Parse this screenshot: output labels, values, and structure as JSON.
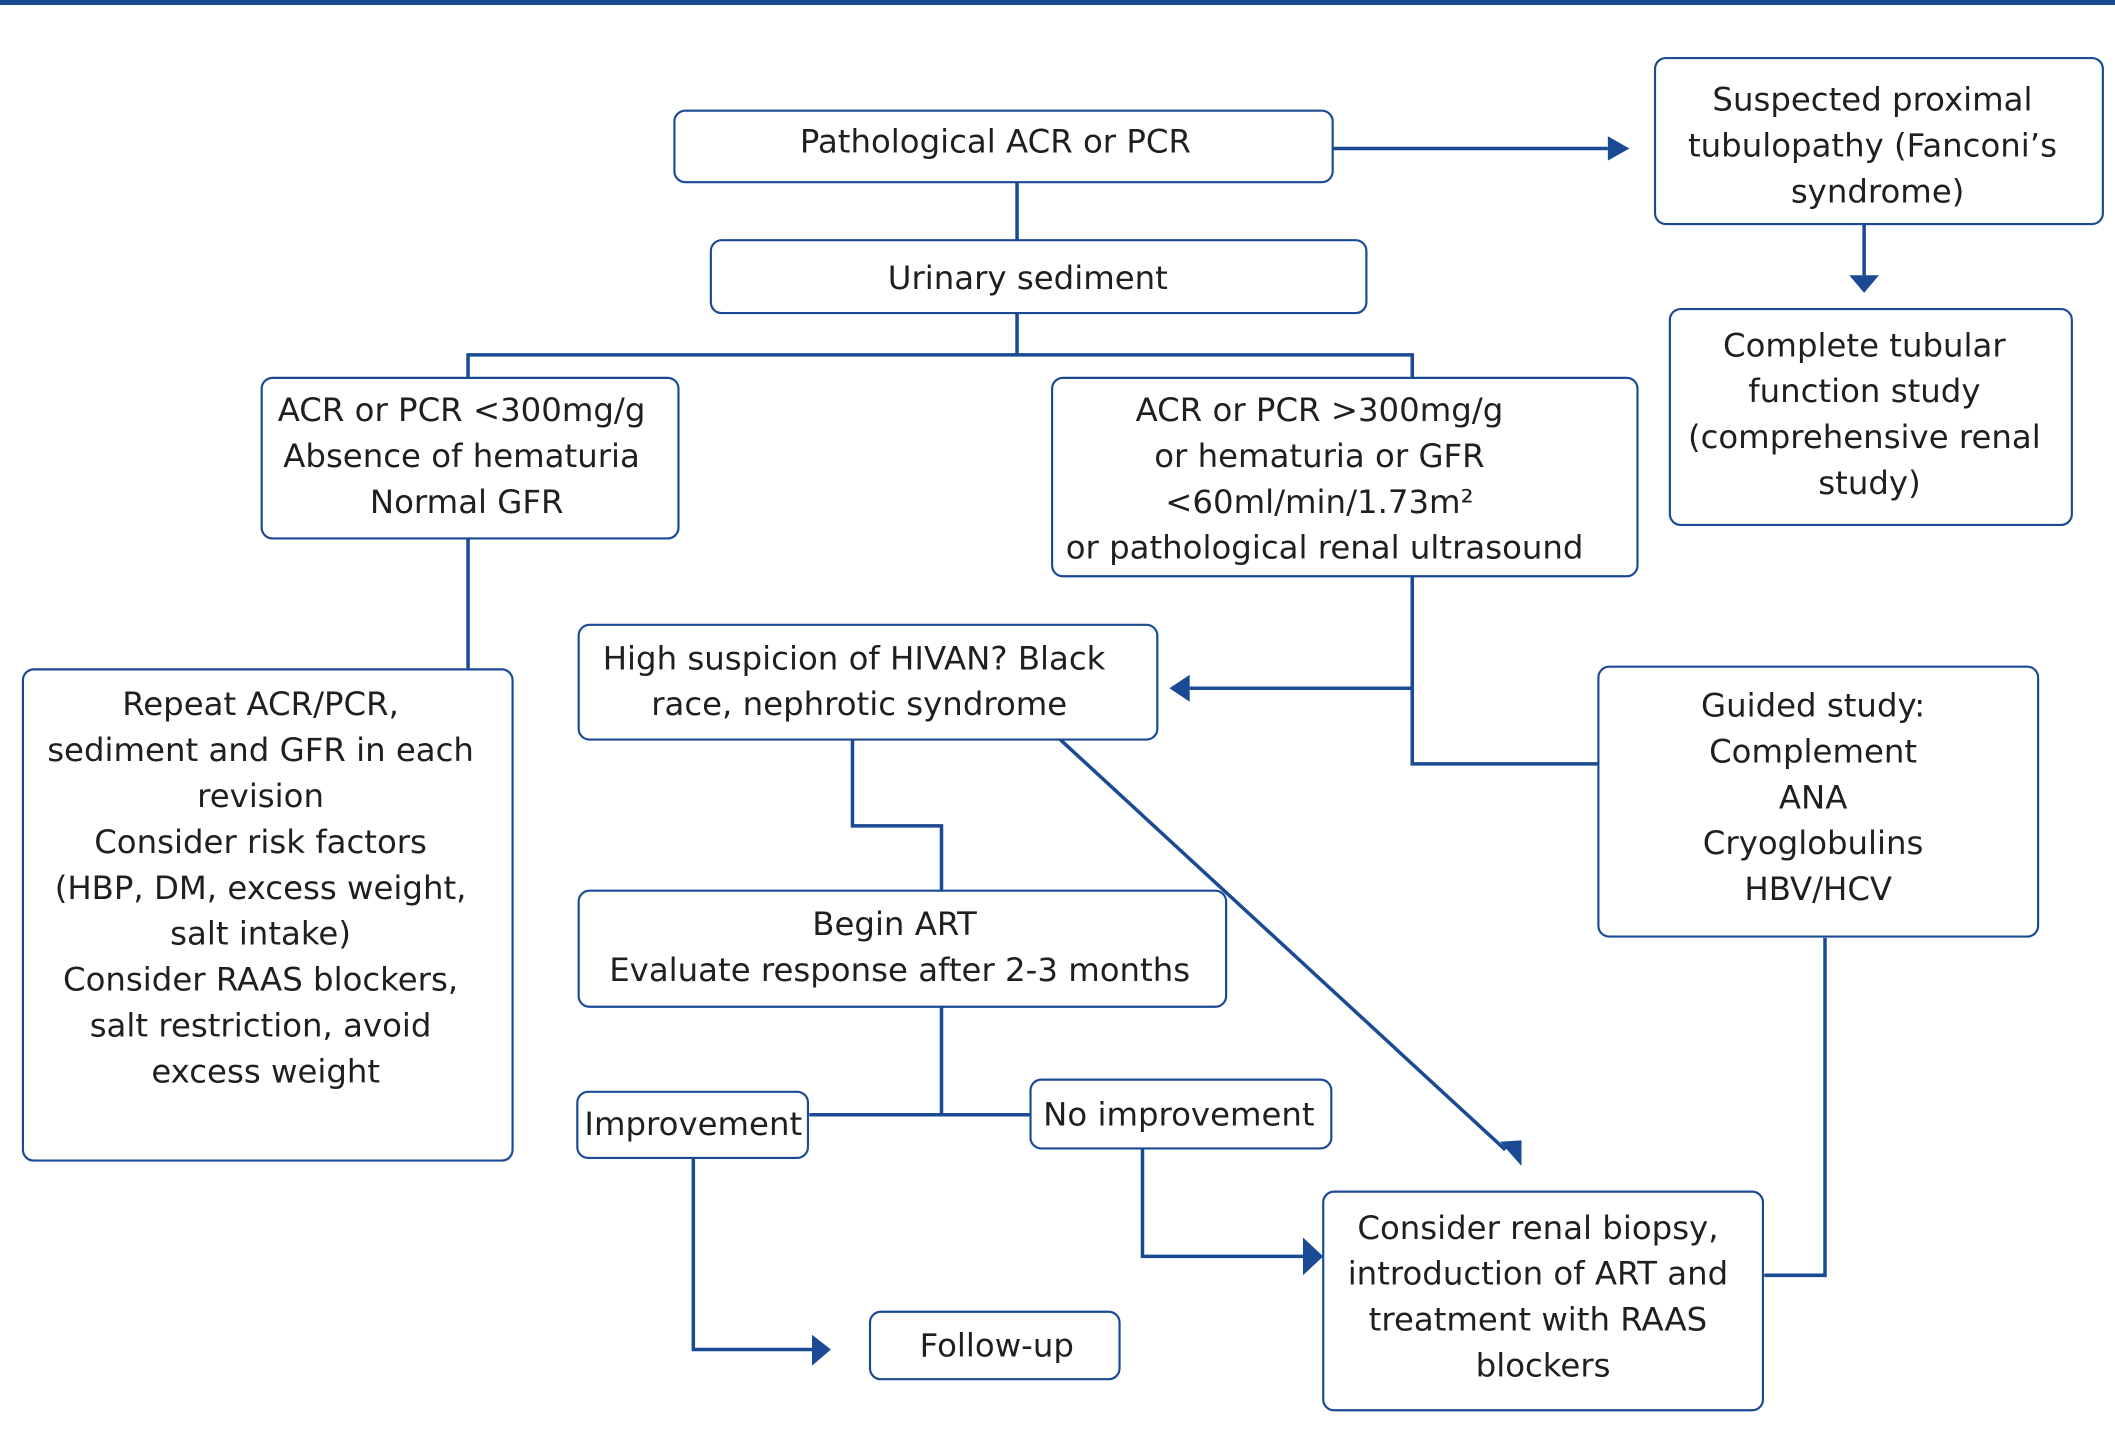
{
  "accent_color": "#1a4a93",
  "nodes": {
    "pathological": {
      "lines": [
        "Pathological ACR or PCR"
      ]
    },
    "fanconi": {
      "lines": [
        "Suspected proximal",
        "tubulopathy (Fanconi’s",
        "syndrome)"
      ]
    },
    "tubular_study": {
      "lines": [
        "Complete tubular",
        "function study",
        "(comprehensive renal",
        "study)"
      ]
    },
    "sediment": {
      "lines": [
        "Urinary sediment"
      ]
    },
    "low_acr": {
      "lines": [
        "ACR or PCR <300mg/g",
        "Absence of hematuria",
        "Normal GFR"
      ]
    },
    "high_acr": {
      "lines": [
        "ACR or PCR >300mg/g",
        "or hematuria or GFR",
        "<60ml/min/1.73m²",
        "or pathological renal ultrasound"
      ]
    },
    "repeat": {
      "lines": [
        "Repeat ACR/PCR,",
        "sediment and GFR in each",
        "revision",
        "Consider risk factors",
        "(HBP, DM, excess weight,",
        "salt intake)",
        "Consider RAAS blockers,",
        "salt restriction, avoid",
        "excess weight"
      ]
    },
    "hivan": {
      "lines": [
        "High suspicion of HIVAN? Black",
        "race, nephrotic syndrome"
      ]
    },
    "guided": {
      "lines": [
        "Guided study:",
        "Complement",
        "ANA",
        "Cryoglobulins",
        "HBV/HCV"
      ]
    },
    "begin_art": {
      "lines": [
        "Begin ART",
        "Evaluate response after 2-3 months"
      ]
    },
    "improvement": {
      "lines": [
        "Improvement"
      ]
    },
    "no_improvement": {
      "lines": [
        "No improvement"
      ]
    },
    "follow_up": {
      "lines": [
        "Follow-up"
      ]
    },
    "biopsy": {
      "lines": [
        "Consider renal biopsy,",
        "introduction of ART and",
        "treatment with RAAS",
        "blockers"
      ]
    }
  }
}
